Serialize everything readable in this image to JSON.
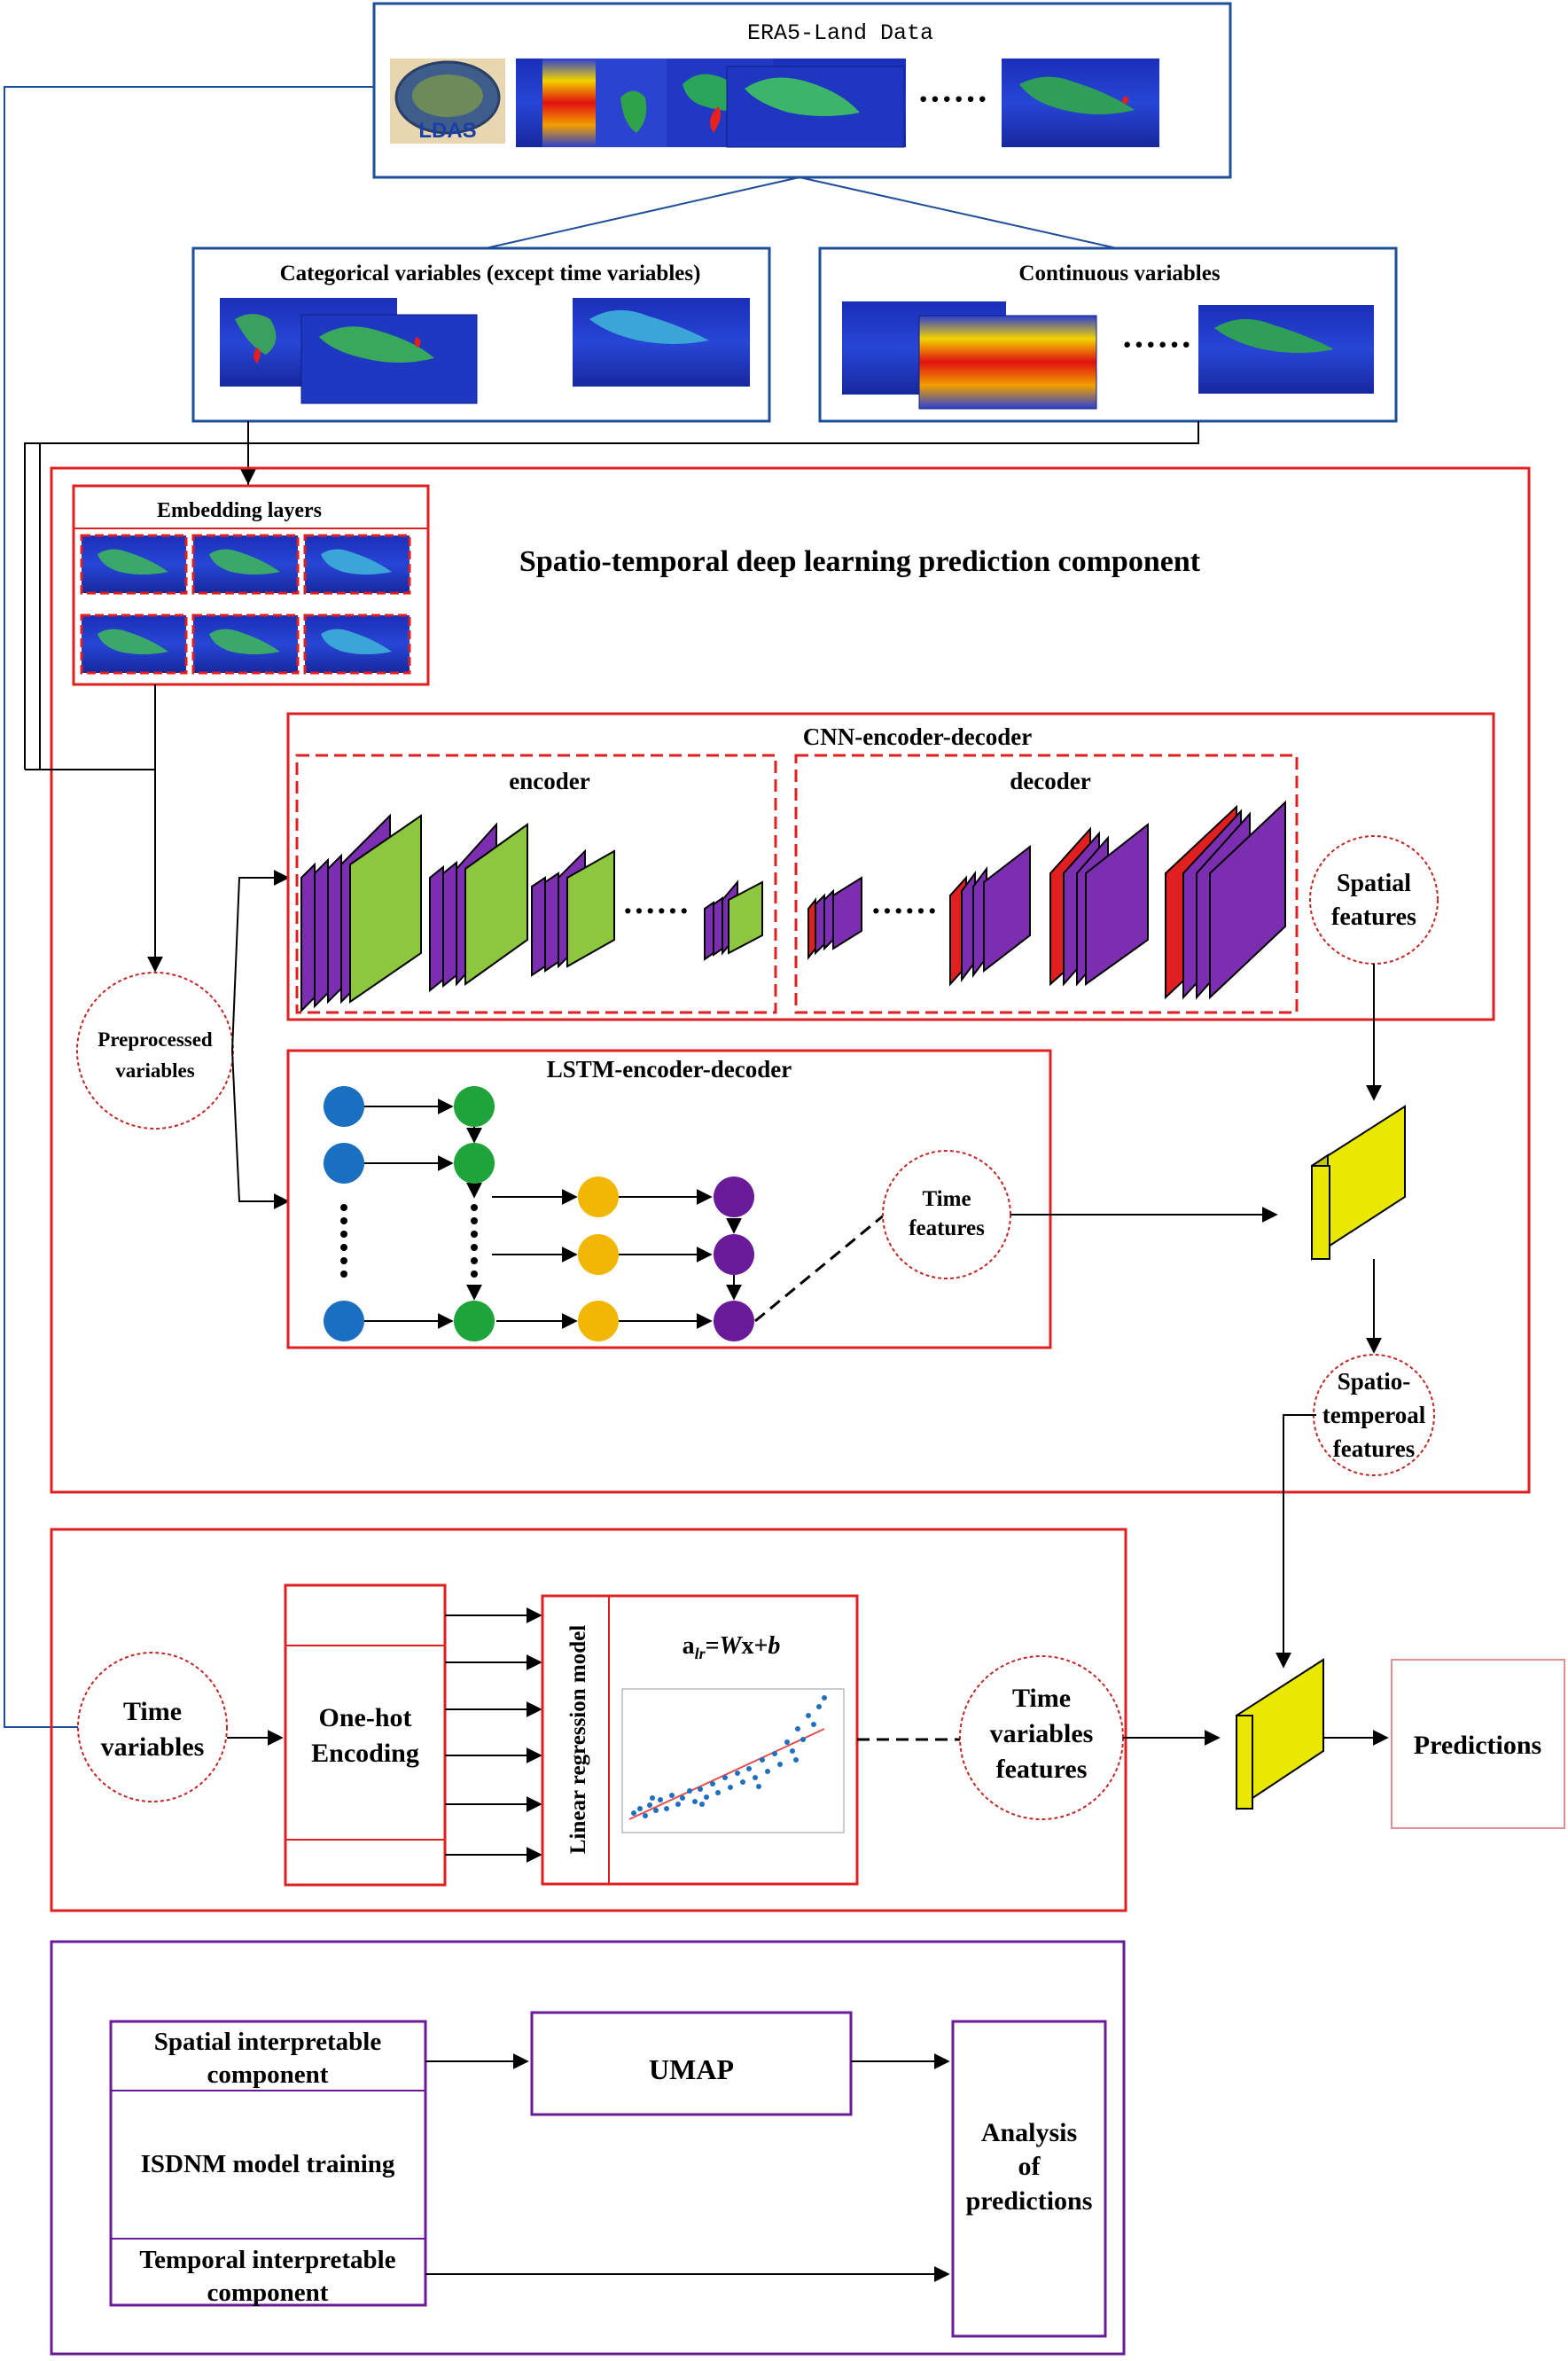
{
  "source": {
    "title": "ERA5-Land Data",
    "logo_text": "LDAS",
    "ellipsis": "······"
  },
  "categorical": {
    "title": "Categorical variables (except time variables)"
  },
  "continuous": {
    "title": "Continuous variables",
    "ellipsis": "······"
  },
  "embedding": {
    "title": "Embedding layers"
  },
  "component": {
    "title": "Spatio-temporal deep learning prediction component"
  },
  "cnn": {
    "title": "CNN-encoder-decoder",
    "encoder_label": "encoder",
    "decoder_label": "decoder",
    "ellipsis": "······"
  },
  "lstm": {
    "title": "LSTM-encoder-decoder"
  },
  "nodes": {
    "preprocessed": [
      "Preprocessed",
      "variables"
    ],
    "spatial": [
      "Spatial",
      "features"
    ],
    "time_features": [
      "Time",
      "features"
    ],
    "spatiotemporal": [
      "Spatio-",
      "temperoal",
      "features"
    ],
    "time_variables": [
      "Time",
      "variables"
    ],
    "time_var_features": [
      "Time",
      "variables",
      "features"
    ]
  },
  "temporal_branch": {
    "one_hot": [
      "One-hot",
      "Encoding"
    ],
    "lr_label": "Linear regression model",
    "formula_a": "a",
    "formula_sub": "lr",
    "formula_eq": "=",
    "formula_w": "W",
    "formula_x": "x+",
    "formula_b": "b"
  },
  "predictions": "Predictions",
  "interpret": {
    "spatial": [
      "Spatial interpretable",
      "component"
    ],
    "training": "ISDNM model training",
    "temporal": [
      "Temporal interpretable",
      "component"
    ],
    "umap": "UMAP",
    "analysis": [
      "Analysis",
      "of",
      "predictions"
    ]
  },
  "colors": {
    "blue_border": "#1f4e9a",
    "red_border": "#e02020",
    "purple_border": "#6a1b9a",
    "lstm_blue": "#1a6fc0",
    "lstm_green": "#1fa33b",
    "lstm_yellow": "#f2b705",
    "lstm_purple": "#6a1b9a",
    "feature_yellow": "#e8e800"
  }
}
